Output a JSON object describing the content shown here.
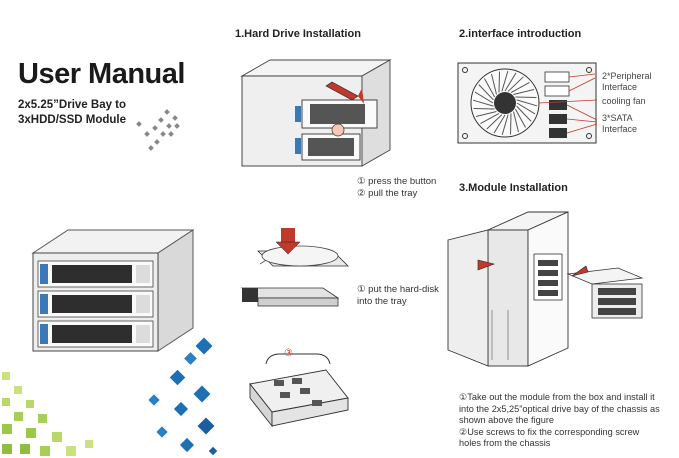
{
  "manual": {
    "title": "User Manual",
    "subtitle_line1": "2x5.25”Drive Bay to",
    "subtitle_line2": "3xHDD/SSD Module"
  },
  "section1": {
    "heading": "1.Hard Drive Installation",
    "step1_line1": "① press the button",
    "step1_line2": "② pull the tray",
    "step2_line1": "① put the hard-disk",
    "step2_line2": "into the tray",
    "step3_marker": "③"
  },
  "section2": {
    "heading": "2.interface  introduction",
    "peripheral_line1": "2*Peripheral",
    "peripheral_line2": "Interface",
    "fan_label": "cooling fan",
    "sata_line1": "3*SATA",
    "sata_line2": "Interface"
  },
  "section3": {
    "heading": "3.Module Installation",
    "text_line1": "①Take out the module from the box and install it",
    "text_line2": "into the 2x5,25”optical drive bay of the chassis as",
    "text_line3": "shown above the figure",
    "text_line4": "②Use screws to fix the corresponding screw",
    "text_line5": "holes from the chassis"
  },
  "colors": {
    "accent_blue": "#1f6fb5",
    "accent_green": "#b8d96a",
    "arrow_red": "#c0392b"
  }
}
